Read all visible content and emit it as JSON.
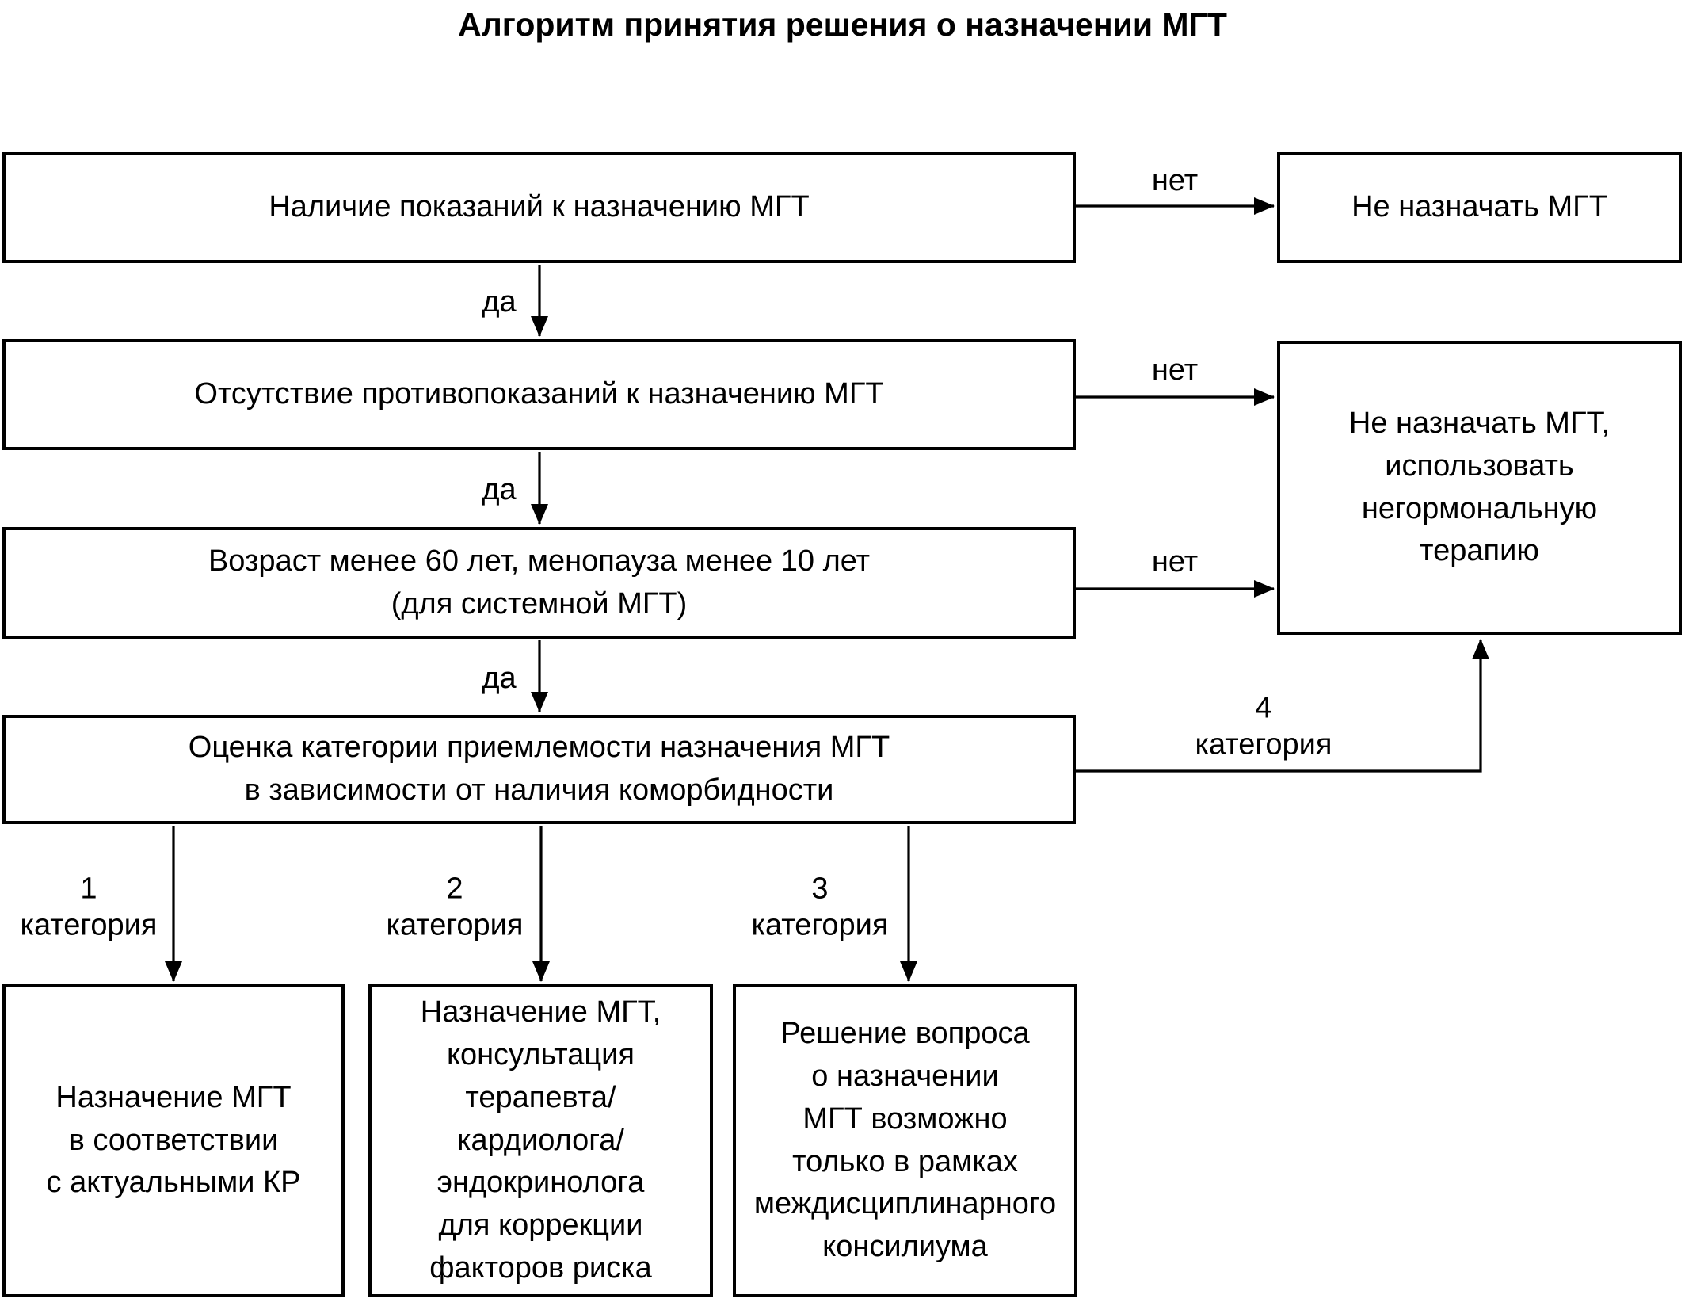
{
  "title": "Алгоритм принятия решения о назначении МГТ",
  "nodes": {
    "step1": {
      "text": "Наличие показаний к назначению МГТ"
    },
    "step2": {
      "text": "Отсутствие противопоказаний к назначению МГТ"
    },
    "step3": {
      "text": "Возраст менее 60 лет, менопауза менее 10 лет\n(для системной МГТ)"
    },
    "step4": {
      "text": "Оценка категории приемлемости назначения МГТ\nв зависимости от наличия коморбидности"
    },
    "outcome_no_mgt": {
      "text": "Не назначать МГТ"
    },
    "outcome_nonhormonal": {
      "text": "Не назначать МГТ,\nиспользовать\nнегормональную\nтерапию"
    },
    "outcome_cat1": {
      "text": "Назначение МГТ\nв соответствии\nс актуальными КР"
    },
    "outcome_cat2": {
      "text": "Назначение МГТ,\nконсультация\nтерапевта/\nкардиолога/\nэндокринолога\nдля коррекции\nфакторов риска"
    },
    "outcome_cat3": {
      "text": "Решение вопроса\nо назначении\nМГТ возможно\nтолько в рамках\nмеждисциплинарного\nконсилиума"
    }
  },
  "edge_labels": {
    "no1": "нет",
    "no2": "нет",
    "no3": "нет",
    "yes1": "да",
    "yes2": "да",
    "yes3": "да",
    "cat1": "1\nкатегория",
    "cat2": "2\nкатегория",
    "cat3": "3\nкатегория",
    "cat4": "4\nкатегория"
  },
  "colors": {
    "background": "#ffffff",
    "line": "#000000",
    "box_border": "#000000",
    "text": "#000000"
  }
}
